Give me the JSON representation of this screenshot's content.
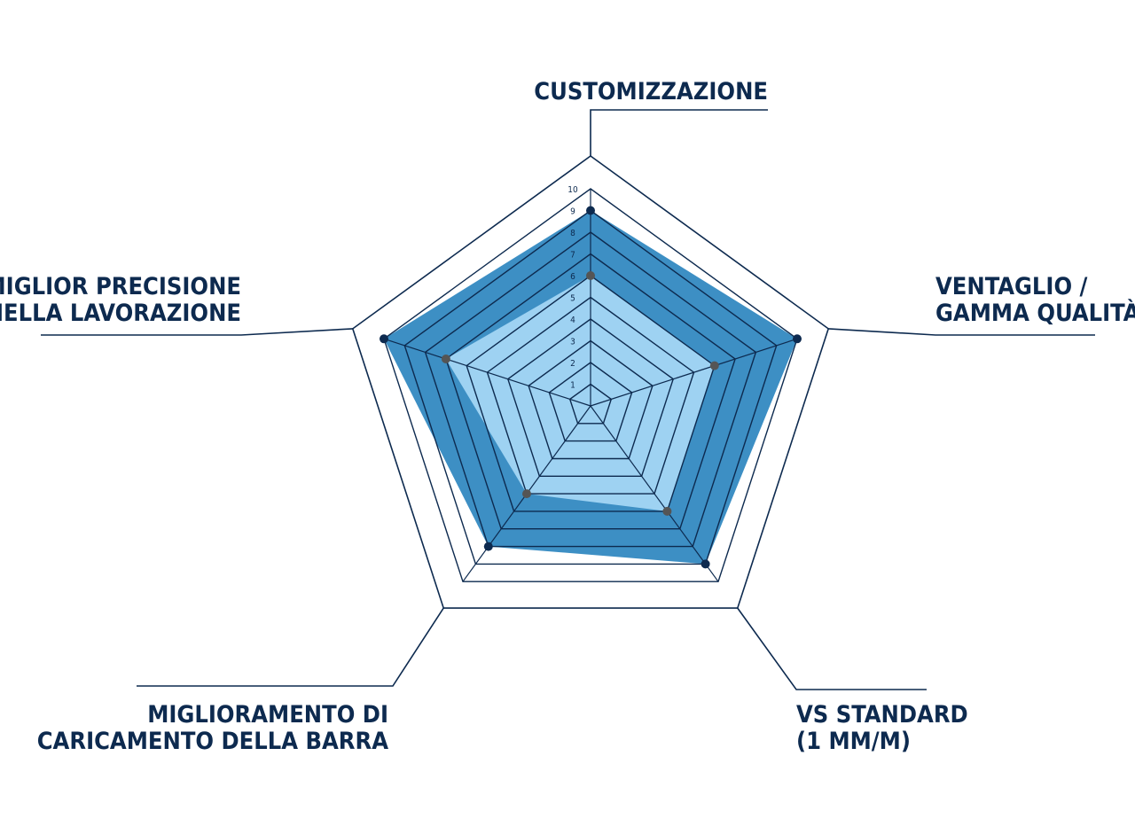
{
  "chart_data": {
    "type": "radar",
    "axes": [
      "CUSTOMIZZAZIONE",
      "VENTAGLIO / GAMMA QUALITÀ",
      "VS STANDARD (1 MM/M)",
      "MIGLIORAMENTO DI CARICAMENTO DELLA BARRA",
      "MIGLIOR PRECISIONE NELLA LAVORAZIONE"
    ],
    "axis_label_lines": [
      [
        "CUSTOMIZZAZIONE"
      ],
      [
        "VENTAGLIO /",
        "GAMMA QUALITÀ"
      ],
      [
        "VS STANDARD",
        "(1 MM/M)"
      ],
      [
        "MIGLIORAMENTO DI",
        "CARICAMENTO DELLA BARRA"
      ],
      [
        "MIGLIOR PRECISIONE",
        "NELLA LAVORAZIONE"
      ]
    ],
    "scale": {
      "min": 0,
      "max": 10,
      "ticks": [
        1,
        2,
        3,
        4,
        5,
        6,
        7,
        8,
        9,
        10
      ]
    },
    "series": [
      {
        "values": [
          9,
          10,
          9,
          8,
          10
        ]
      },
      {
        "values": [
          6,
          6,
          6,
          5,
          7
        ]
      }
    ],
    "colors": {
      "series_dark": "#3d8fc4",
      "series_light": "#9ed2f2",
      "grid": "#0d2a4f",
      "marker_dark": "#0d2a4f",
      "marker_light": "#555555",
      "outer_ring": "#ffffff",
      "label": "#0d2a4f"
    }
  }
}
